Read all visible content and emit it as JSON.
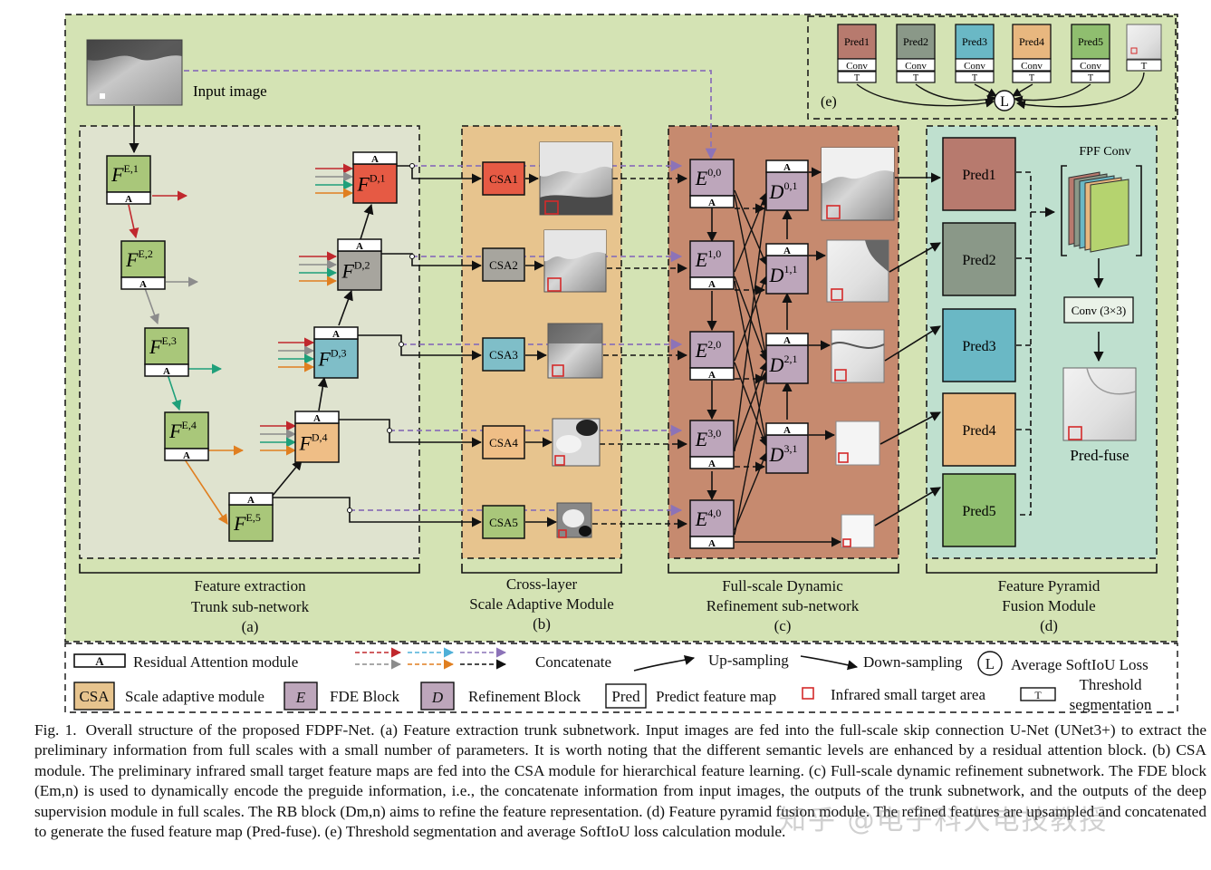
{
  "colors": {
    "outer_bg": "#d4e3b4",
    "trunk_bg": "#dfe3cf",
    "csa_bg": "#e7c48e",
    "fde_bg": "#c68a6f",
    "fpf_bg": "#bfe0cf",
    "enc_green": "#a9c77a",
    "box_red": "#e65a44",
    "box_gray": "#a7a59e",
    "box_teal": "#7fbec8",
    "box_orange": "#efbe86",
    "box_purple": "#bda6bb",
    "pred1": "#b77a6e",
    "pred2": "#8a9888",
    "pred3": "#6ab8c5",
    "pred4": "#e8b77f",
    "pred5": "#8fbe6f",
    "arrow_red": "#c0282d",
    "arrow_gray": "#8c8c8c",
    "arrow_teal": "#1fa07a",
    "arrow_orange": "#e07f20",
    "arrow_purple": "#8c73b8",
    "arrow_cyan": "#4fb0d8"
  },
  "input": {
    "label": "Input image"
  },
  "trunk": {
    "encoders": [
      {
        "base": "F",
        "sup": "E,1",
        "attn": "A"
      },
      {
        "base": "F",
        "sup": "E,2",
        "attn": "A"
      },
      {
        "base": "F",
        "sup": "E,3",
        "attn": "A"
      },
      {
        "base": "F",
        "sup": "E,4",
        "attn": "A"
      },
      {
        "base": "F",
        "sup": "E,5",
        "attn": "A"
      }
    ],
    "decoders": [
      {
        "base": "F",
        "sup": "D,1",
        "attn": "A"
      },
      {
        "base": "F",
        "sup": "D,2",
        "attn": "A"
      },
      {
        "base": "F",
        "sup": "D,3",
        "attn": "A"
      },
      {
        "base": "F",
        "sup": "D,4",
        "attn": "A"
      }
    ],
    "label_line1": "Feature extraction",
    "label_line2": "Trunk sub-network",
    "tag": "(a)"
  },
  "csa": {
    "modules": [
      "CSA1",
      "CSA2",
      "CSA3",
      "CSA4",
      "CSA5"
    ],
    "label_line1": "Cross-layer",
    "label_line2": "Scale Adaptive Module",
    "tag": "(b)"
  },
  "fde": {
    "e_blocks": [
      {
        "base": "E",
        "sup": "0,0",
        "attn": "A"
      },
      {
        "base": "E",
        "sup": "1,0",
        "attn": "A"
      },
      {
        "base": "E",
        "sup": "2,0",
        "attn": "A"
      },
      {
        "base": "E",
        "sup": "3,0",
        "attn": "A"
      },
      {
        "base": "E",
        "sup": "4,0",
        "attn": "A"
      }
    ],
    "d_blocks": [
      {
        "base": "D",
        "sup": "0,1",
        "attn": "A"
      },
      {
        "base": "D",
        "sup": "1,1",
        "attn": "A"
      },
      {
        "base": "D",
        "sup": "2,1",
        "attn": "A"
      },
      {
        "base": "D",
        "sup": "3,1",
        "attn": "A"
      }
    ],
    "label_line1": "Full-scale Dynamic",
    "label_line2": "Refinement sub-network",
    "tag": "(c)"
  },
  "fpf": {
    "preds": [
      "Pred1",
      "Pred2",
      "Pred3",
      "Pred4",
      "Pred5"
    ],
    "fpf_conv": "FPF Conv",
    "conv33": "Conv (3×3)",
    "pred_fuse": "Pred-fuse",
    "label_line1": "Feature Pyramid",
    "label_line2": "Fusion Module",
    "tag": "(d)"
  },
  "panel_e": {
    "preds": [
      "Pred1",
      "Pred2",
      "Pred3",
      "Pred4",
      "Pred5"
    ],
    "conv": "Conv",
    "threshold": "T",
    "loss": "L",
    "tag": "(e)"
  },
  "legend": {
    "attn_box": "A",
    "residual_attention": "Residual Attention module",
    "concatenate": "Concatenate",
    "upsampling": "Up-sampling",
    "downsampling": "Down-sampling",
    "loss_symbol": "L",
    "loss_label": "Average SoftIoU Loss",
    "csa_box": "CSA",
    "scale_adaptive": "Scale adaptive module",
    "e_box": "E",
    "fde_block": "FDE Block",
    "d_box": "D",
    "refinement_block": "Refinement Block",
    "pred_box": "Pred",
    "predict_map": "Predict feature map",
    "infrared_area": "Infrared small target area",
    "t_box": "T",
    "threshold_line1": "Threshold",
    "threshold_line2": "segmentation"
  },
  "caption": {
    "fig": "Fig. 1.",
    "text": "Overall structure of the proposed FDPF-Net. (a) Feature extraction trunk subnetwork. Input images are fed into the full-scale skip connection U-Net (UNet3+) to extract the preliminary information from full scales with a small number of parameters. It is worth noting that the different semantic levels are enhanced by a residual attention block. (b) CSA module. The preliminary infrared small target feature maps are fed into the CSA module for hierarchical feature learning. (c) Full-scale dynamic refinement subnetwork. The FDE block (Em,n) is used to dynamically encode the preguide information, i.e., the concatenate information from input images, the outputs of the trunk subnetwork, and the outputs of the deep supervision module in full scales. The RB block (Dm,n) aims to refine the feature representation. (d) Feature pyramid fusion module. The refined features are upsampled and concatenated to generate the fused feature map (Pred-fuse). (e) Threshold segmentation and average SoftIoU loss calculation module."
  },
  "watermark": "知乎 @电子科大电技教授"
}
